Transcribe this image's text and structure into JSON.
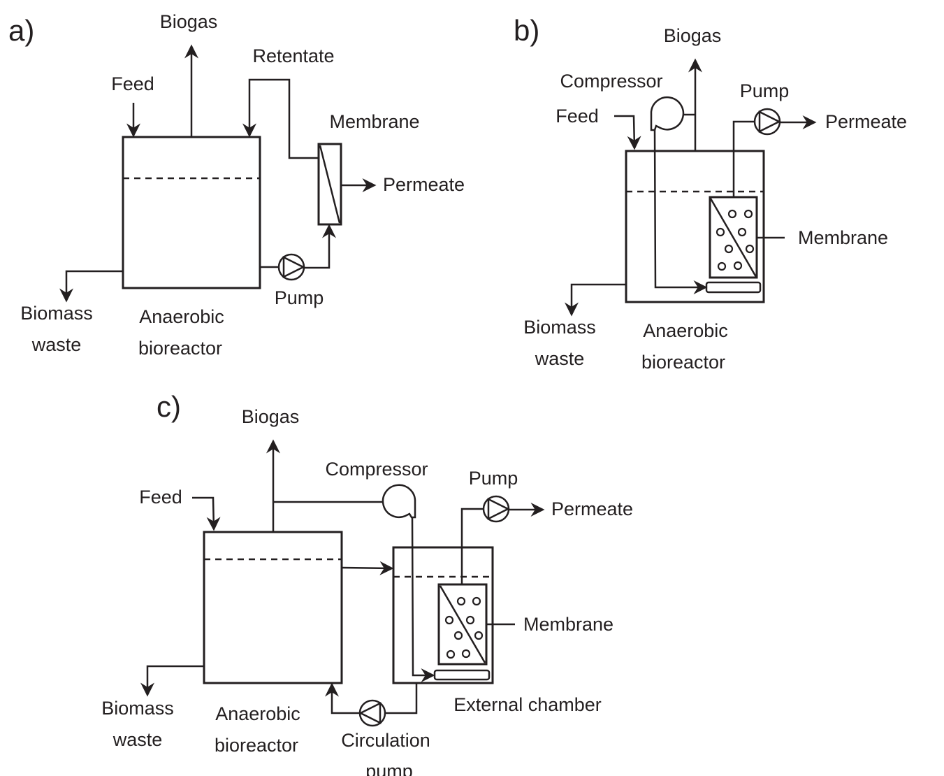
{
  "panel_a": {
    "letter": "a)",
    "biogas": "Biogas",
    "feed": "Feed",
    "retentate": "Retentate",
    "membrane": "Membrane",
    "permeate": "Permeate",
    "pump": "Pump",
    "biomass_waste": [
      "Biomass",
      "waste"
    ],
    "bioreactor": [
      "Anaerobic",
      "bioreactor"
    ]
  },
  "panel_b": {
    "letter": "b)",
    "biogas": "Biogas",
    "compressor": "Compressor",
    "feed": "Feed",
    "pump": "Pump",
    "permeate": "Permeate",
    "membrane": "Membrane",
    "biomass_waste": [
      "Biomass",
      "waste"
    ],
    "bioreactor": [
      "Anaerobic",
      "bioreactor"
    ]
  },
  "panel_c": {
    "letter": "c)",
    "biogas": "Biogas",
    "compressor": "Compressor",
    "feed": "Feed",
    "pump": "Pump",
    "permeate": "Permeate",
    "membrane": "Membrane",
    "external_chamber": "External chamber",
    "circulation_pump": [
      "Circulation",
      "pump"
    ],
    "biomass_waste": [
      "Biomass",
      "waste"
    ],
    "bioreactor": [
      "Anaerobic",
      "bioreactor"
    ]
  }
}
